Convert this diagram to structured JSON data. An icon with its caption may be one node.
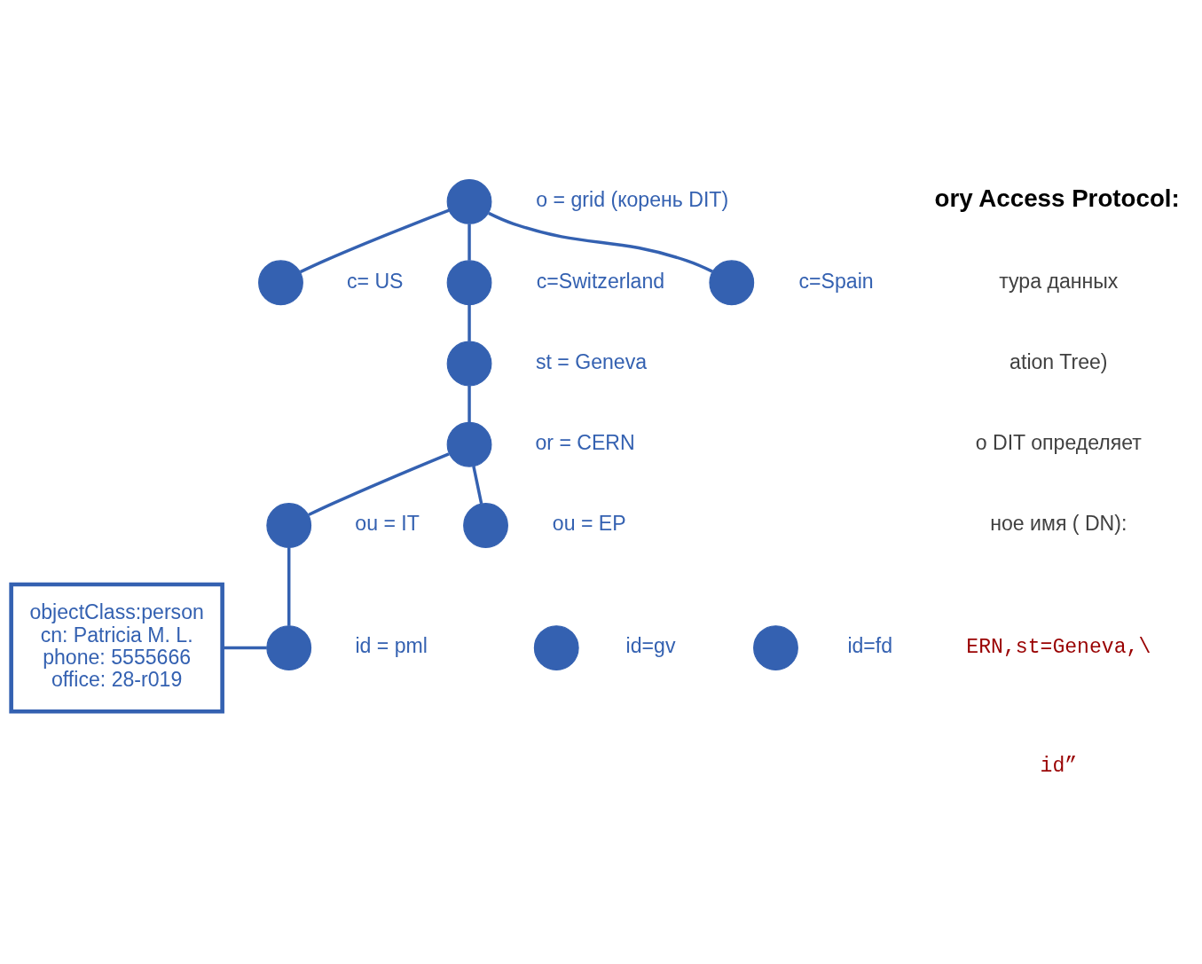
{
  "diagram": {
    "nodes": [
      {
        "text": [],
        "shape": "circle",
        "beside": [
          "o = grid (корень DIT)"
        ]
      },
      {
        "text": [],
        "shape": "circle",
        "beside": [
          "c= US"
        ]
      },
      {
        "text": [],
        "shape": "circle",
        "beside": [
          "c=Switzerland"
        ]
      },
      {
        "text": [],
        "shape": "circle",
        "beside": [
          "c=Spain"
        ]
      },
      {
        "text": [],
        "shape": "circle",
        "beside": [
          "st = Geneva"
        ]
      },
      {
        "text": [],
        "shape": "circle",
        "beside": [
          "or = CERN"
        ]
      },
      {
        "text": [],
        "shape": "circle",
        "beside": [
          "ou = IT"
        ]
      },
      {
        "text": [],
        "shape": "circle",
        "beside": [
          "ou = EP"
        ]
      },
      {
        "text": [],
        "shape": "circle",
        "beside": [
          "id = pml"
        ]
      },
      {
        "text": [],
        "shape": "circle",
        "beside": [
          "id=gv"
        ]
      },
      {
        "text": [],
        "shape": "circle",
        "beside": [
          "id=fd"
        ]
      },
      {
        "text": [
          "objectClass:person",
          "cn: Patricia M. L.",
          "phone: 5555666",
          "office: 28-r019"
        ]
      }
    ],
    "edges": [
      {
        "from": 0,
        "to": 1,
        "arrow": "none"
      },
      {
        "from": 0,
        "to": 2,
        "arrow": "none"
      },
      {
        "from": 0,
        "to": 3,
        "arrow": "none"
      },
      {
        "from": 2,
        "to": 4,
        "arrow": "none"
      },
      {
        "from": 4,
        "to": 5,
        "arrow": "none"
      },
      {
        "from": 5,
        "to": 6,
        "arrow": "none"
      },
      {
        "from": 5,
        "to": 7,
        "arrow": "none"
      },
      {
        "from": 6,
        "to": 8,
        "arrow": "none"
      },
      {
        "from": 11,
        "to": 8,
        "arrow": "none"
      }
    ],
    "labels": [
      "ory Access Protocol:",
      "тура данных",
      "ation Tree)",
      "о DIT определяет",
      "ное имя ( DN):",
      "ERN,st=Geneva,\\",
      "id”"
    ]
  }
}
